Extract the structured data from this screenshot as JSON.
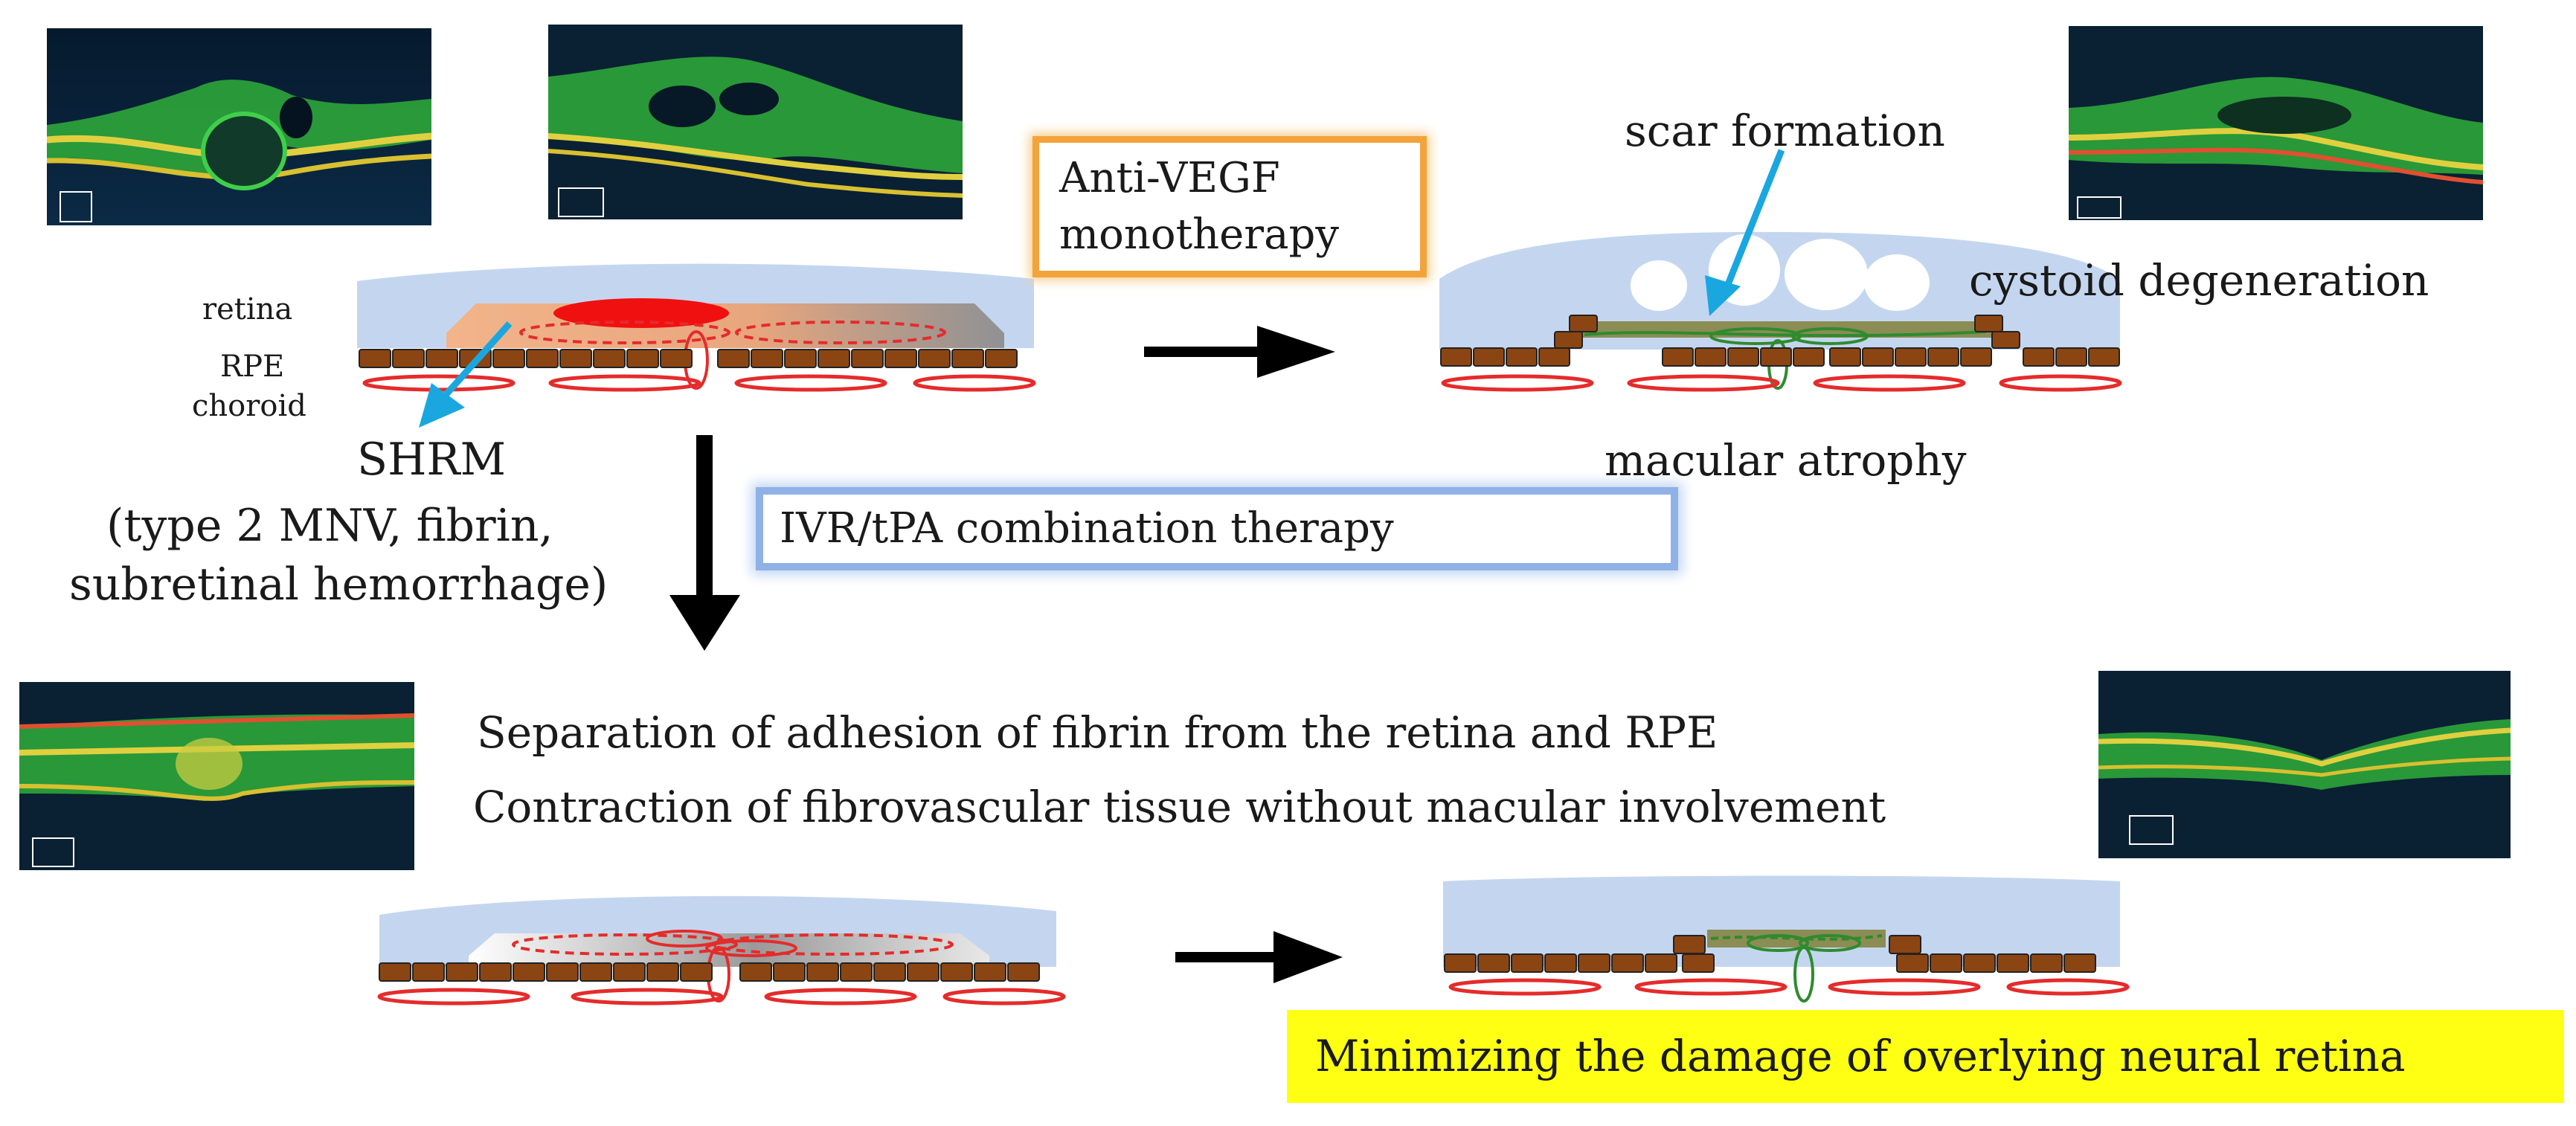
{
  "labels": {
    "retina": "retina",
    "rpe": "RPE",
    "choroid": "choroid",
    "shrm": "SHRM",
    "shrm_desc_1": "(type 2 MNV, fibrin,",
    "shrm_desc_2": "subretinal hemorrhage)",
    "anti_vegf_1": "Anti-VEGF",
    "anti_vegf_2": "monotherapy",
    "scar_formation": "scar formation",
    "cystoid_degeneration": "cystoid degeneration",
    "macular_atrophy": "macular atrophy",
    "combination_therapy": "IVR/tPA combination therapy",
    "separation": "Separation of adhesion of fibrin from the retina and RPE",
    "contraction": "Contraction of fibrovascular tissue without macular involvement",
    "minimizing": "Minimizing the damage of overlying neural retina"
  },
  "colors": {
    "retina": "#c4d6ef",
    "rpe_cell": "#8b4513",
    "choroid_vessel": "#e52b2b",
    "hemorrhage": "#f01010",
    "lesion": "#f2b48a",
    "scar": "#8c8c55",
    "neovessel": "#2e8b2e",
    "arrow_blue": "#1aa7e0",
    "anti_vegf_border": "#f2a33a",
    "combination_border": "#8fb1e6",
    "highlight": "#ffff14"
  },
  "icons": [
    "oct-scan-before-1",
    "oct-scan-before-2",
    "oct-scan-after-monotherapy",
    "oct-scan-combination-before",
    "oct-scan-combination-after",
    "arrow-right-icon",
    "arrow-down-icon",
    "pointer-arrow-icon"
  ]
}
